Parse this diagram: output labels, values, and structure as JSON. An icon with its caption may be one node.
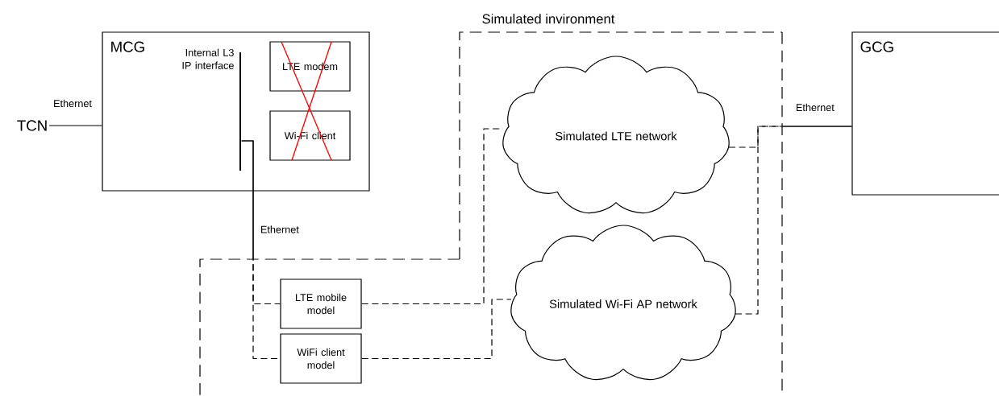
{
  "diagram": {
    "nodes": [
      {
        "text": [
          "TCN"
        ]
      },
      {
        "text": [
          "MCG"
        ]
      },
      {
        "text": [],
        "shape": "bar",
        "in": 1,
        "beside": [
          "Internal L3 IP interface"
        ]
      },
      {
        "text": [
          "LTE modem"
        ],
        "in": 1
      },
      {
        "text": [
          "Wi-Fi client"
        ],
        "in": 1
      },
      {
        "text": [
          "Simulated invironment"
        ]
      },
      {
        "text": [
          "Simulated LTE network"
        ],
        "in": 5
      },
      {
        "text": [
          "LTE mobile model"
        ]
      },
      {
        "text": [
          "WiFi client model"
        ]
      },
      {
        "text": [
          "Simulated Wi-Fi AP network"
        ],
        "in": 5
      },
      {
        "text": [
          "GCG"
        ]
      }
    ],
    "edges": [
      {
        "from": 0,
        "to": 1,
        "arrow": "none",
        "label": "Ethernet"
      },
      {
        "from": 2,
        "to": 7,
        "arrow": "none",
        "label": "Ethernet",
        "style": "dashed"
      },
      {
        "from": 2,
        "to": 8,
        "arrow": "none",
        "style": "dashed"
      },
      {
        "from": 7,
        "to": 6,
        "arrow": "none",
        "style": "dashed"
      },
      {
        "from": 8,
        "to": 9,
        "arrow": "none",
        "style": "dashed"
      },
      {
        "from": 6,
        "to": 10,
        "arrow": "none",
        "label": "Ethernet",
        "style": "dashed"
      },
      {
        "from": 9,
        "to": 10,
        "arrow": "none",
        "style": "dashed"
      }
    ]
  }
}
